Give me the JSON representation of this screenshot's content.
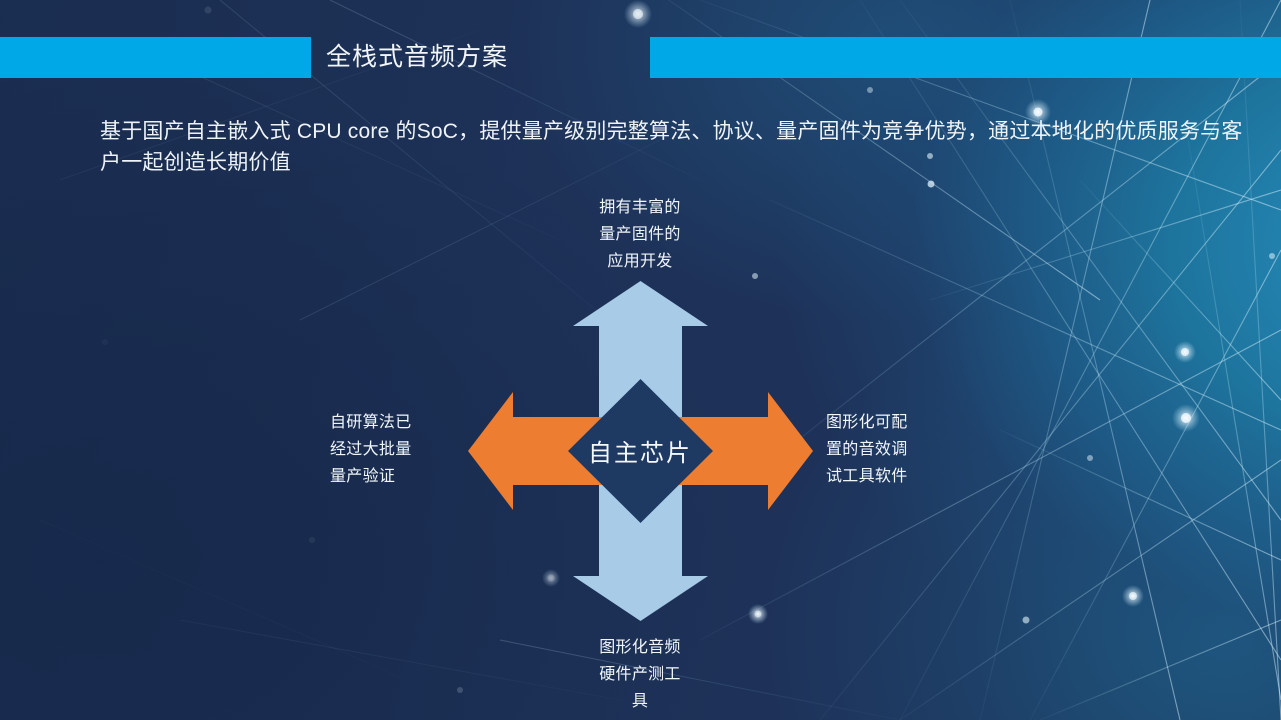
{
  "slide": {
    "title": "全栈式音频方案",
    "lead_paragraph": "基于国产自主嵌入式 CPU core 的SoC，提供量产级别完整算法、协议、量产固件为竞争优势，通过本地化的优质服务与客户一起创造长期价值"
  },
  "diagram": {
    "center_label": "自主芯片",
    "arrows": {
      "up": {
        "caption": "拥有丰富的\n量产固件的\n应用开发",
        "caption_lines": [
          "拥有丰富的",
          "量产固件的",
          "应用开发"
        ],
        "color": "#a8cce8",
        "direction": "up"
      },
      "down": {
        "caption": "图形化音频\n硬件产测工\n具",
        "caption_lines": [
          "图形化音频",
          "硬件产测工",
          "具"
        ],
        "color": "#a8cce8",
        "direction": "down"
      },
      "left": {
        "caption": "自研算法已\n经过大批量\n量产验证",
        "caption_lines": [
          "自研算法已",
          "经过大批量",
          "量产验证"
        ],
        "color": "#ed7d31",
        "direction": "left"
      },
      "right": {
        "caption": "图形化可配\n置的音效调\n试工具软件",
        "caption_lines": [
          "图形化可配",
          "置的音效调",
          "试工具软件"
        ],
        "color": "#ed7d31",
        "direction": "right"
      }
    }
  },
  "colors": {
    "background_navy": "#1e3259",
    "background_teal": "#2383b0",
    "accent_cyan": "#00a8e8",
    "arrow_orange": "#ed7d31",
    "arrow_lightblue": "#a8cce8",
    "diamond_navy": "#1e3a63",
    "text_light": "#f1f6fa"
  }
}
